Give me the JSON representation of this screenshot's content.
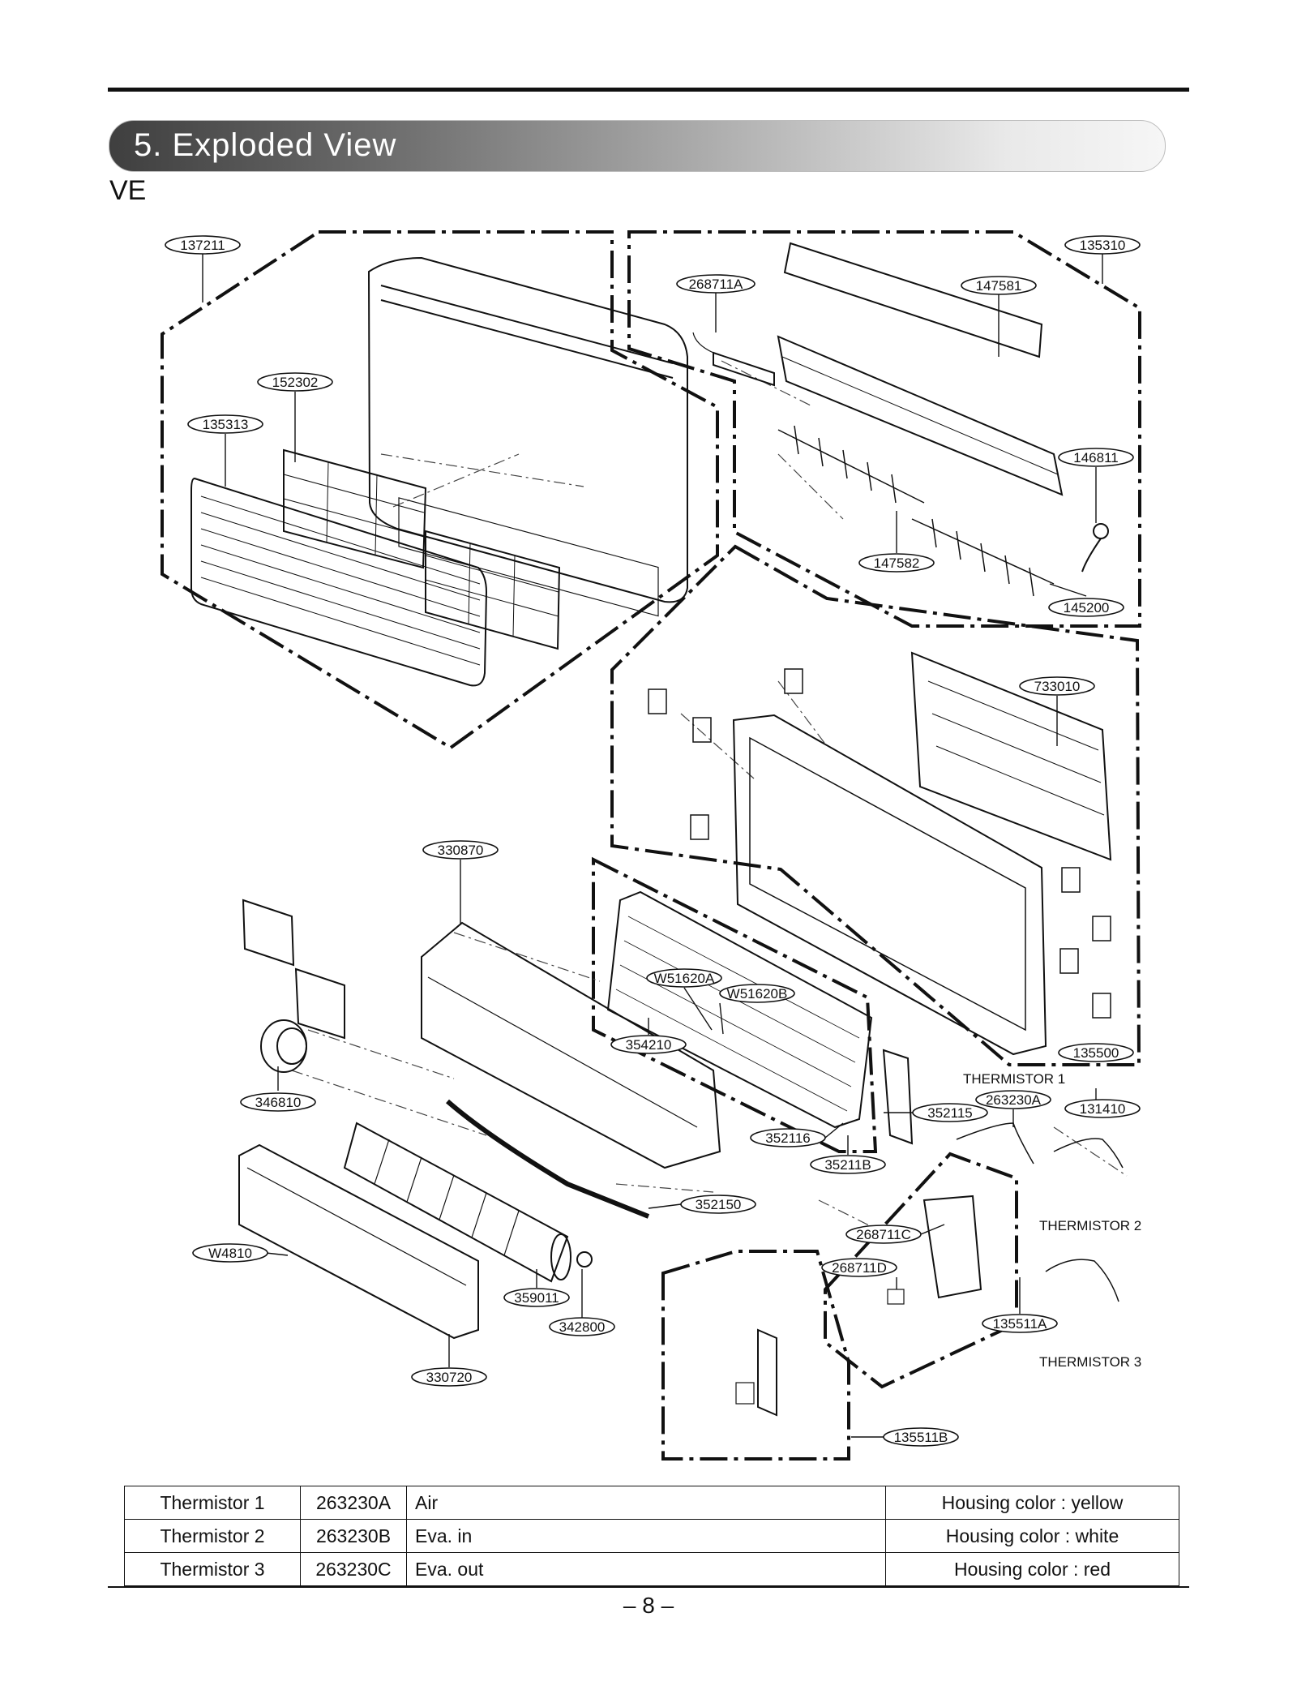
{
  "header": {
    "title": "5. Exploded View",
    "model": "VE"
  },
  "callouts": [
    {
      "id": "c-137211",
      "text": "137211"
    },
    {
      "id": "c-135310",
      "text": "135310"
    },
    {
      "id": "c-268711A",
      "text": "268711A"
    },
    {
      "id": "c-147581",
      "text": "147581"
    },
    {
      "id": "c-152302",
      "text": "152302"
    },
    {
      "id": "c-135313",
      "text": "135313"
    },
    {
      "id": "c-146811",
      "text": "146811"
    },
    {
      "id": "c-147582",
      "text": "147582"
    },
    {
      "id": "c-145200",
      "text": "145200"
    },
    {
      "id": "c-733010",
      "text": "733010"
    },
    {
      "id": "c-330870",
      "text": "330870"
    },
    {
      "id": "c-W51620A",
      "text": "W51620A"
    },
    {
      "id": "c-W51620B",
      "text": "W51620B"
    },
    {
      "id": "c-354210",
      "text": "354210"
    },
    {
      "id": "c-135500",
      "text": "135500"
    },
    {
      "id": "c-263230A",
      "text": "263230A"
    },
    {
      "id": "c-352115",
      "text": "352115"
    },
    {
      "id": "c-131410",
      "text": "131410"
    },
    {
      "id": "c-346810",
      "text": "346810"
    },
    {
      "id": "c-352116",
      "text": "352116"
    },
    {
      "id": "c-35211B",
      "text": "35211B"
    },
    {
      "id": "c-352150",
      "text": "352150"
    },
    {
      "id": "c-268711C",
      "text": "268711C"
    },
    {
      "id": "c-W4810",
      "text": "W4810"
    },
    {
      "id": "c-268711D",
      "text": "268711D"
    },
    {
      "id": "c-359011",
      "text": "359011"
    },
    {
      "id": "c-342800",
      "text": "342800"
    },
    {
      "id": "c-135511A",
      "text": "135511A"
    },
    {
      "id": "c-330720",
      "text": "330720"
    },
    {
      "id": "c-135511B",
      "text": "135511B"
    }
  ],
  "labels": {
    "thermistor1": "THERMISTOR 1",
    "thermistor2": "THERMISTOR 2",
    "thermistor3": "THERMISTOR 3"
  },
  "table": {
    "rows": [
      {
        "name": "Thermistor 1",
        "code": "263230A",
        "position": "Air",
        "color": "Housing color : yellow"
      },
      {
        "name": "Thermistor 2",
        "code": "263230B",
        "position": "Eva. in",
        "color": "Housing color : white"
      },
      {
        "name": "Thermistor 3",
        "code": "263230C",
        "position": "Eva. out",
        "color": "Housing color : red"
      }
    ]
  },
  "footer": {
    "page": "– 8 –"
  }
}
